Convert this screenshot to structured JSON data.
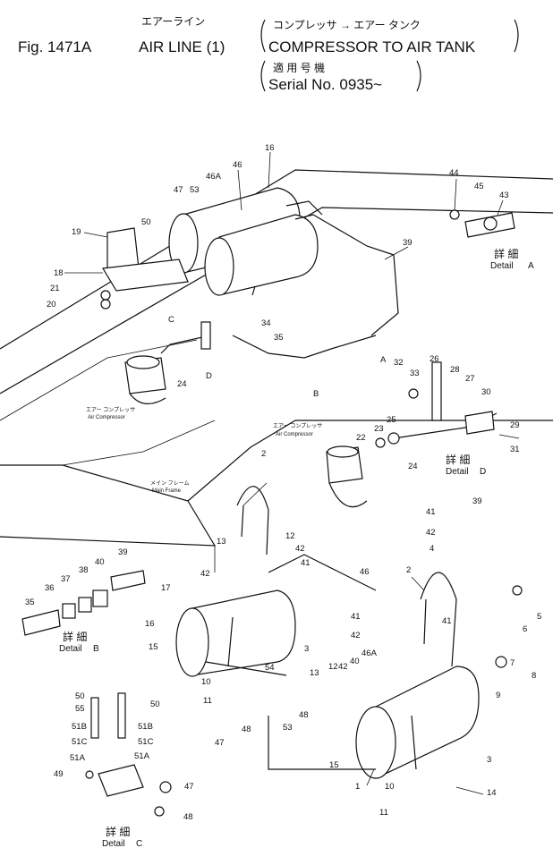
{
  "header": {
    "fig": "Fig. 1471A",
    "title_jp": "エアーライン",
    "title": "AIR LINE (1)",
    "sub_jp": "コンプレッサ → エアー タンク",
    "sub": "COMPRESSOR TO AIR TANK",
    "serial_jp": "適 用 号 機",
    "serial": "Serial No. 0935~"
  },
  "notes": {
    "air_comp_jp": "エアー コンプレッサ",
    "air_comp": "Air Compressor",
    "main_frame_jp": "メイン フレーム",
    "main_frame": "Main Frame",
    "detail_jp": "詳 細",
    "detail": "Detail"
  },
  "details": {
    "a": "A",
    "b": "B",
    "c": "C",
    "d": "D"
  },
  "parts": {
    "p1": "1",
    "p2": "2",
    "p3": "3",
    "p4": "4",
    "p5": "5",
    "p6": "6",
    "p7": "7",
    "p8": "8",
    "p9": "9",
    "p10": "10",
    "p11": "11",
    "p12": "12",
    "p13": "13",
    "p14": "14",
    "p15": "15",
    "p16": "16",
    "p17": "17",
    "p18": "18",
    "p19": "19",
    "p20": "20",
    "p21": "21",
    "p22": "22",
    "p23": "23",
    "p24": "24",
    "p25": "25",
    "p26": "26",
    "p27": "27",
    "p28": "28",
    "p29": "29",
    "p30": "30",
    "p31": "31",
    "p32": "32",
    "p33": "33",
    "p34": "34",
    "p35": "35",
    "p36": "36",
    "p37": "37",
    "p38": "38",
    "p39": "39",
    "p40": "40",
    "p41": "41",
    "p42": "42",
    "p43": "43",
    "p44": "44",
    "p45": "45",
    "p46": "46",
    "p46a": "46A",
    "p47": "47",
    "p48": "48",
    "p49": "49",
    "p50": "50",
    "p51a": "51A",
    "p51b": "51B",
    "p51c": "51C",
    "p53": "53",
    "p54": "54",
    "p55": "55"
  }
}
